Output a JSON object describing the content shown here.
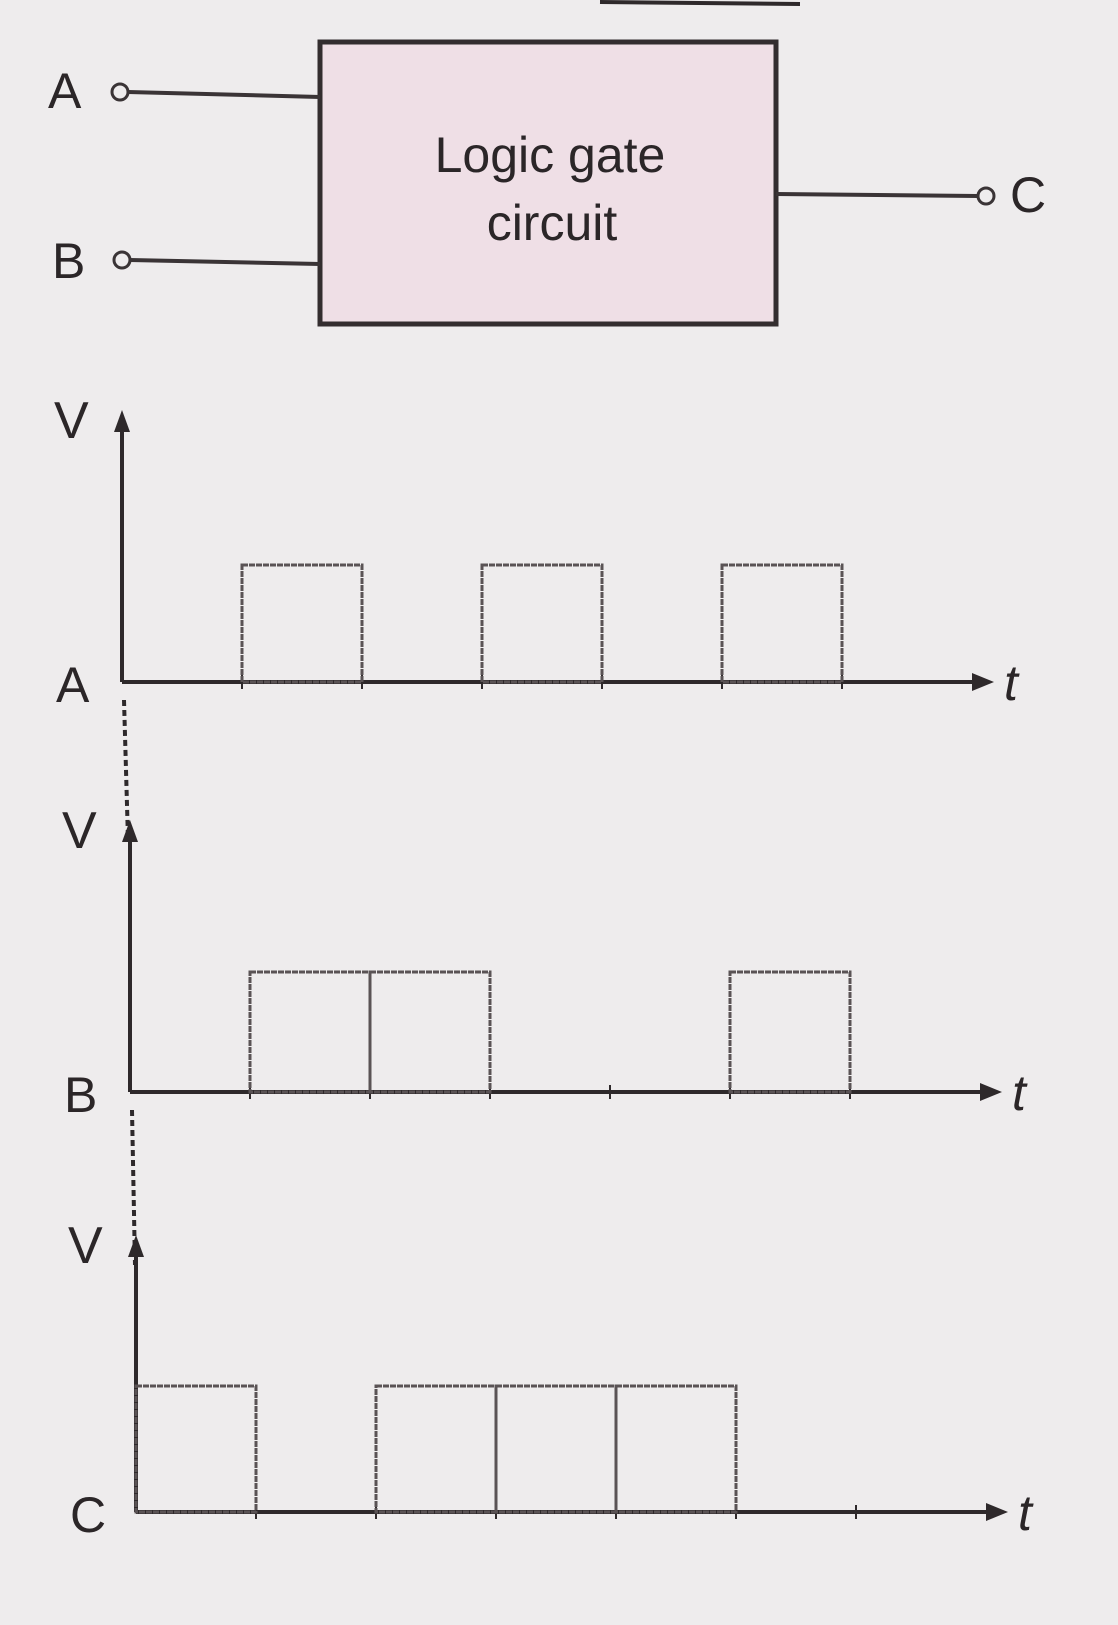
{
  "block": {
    "label_line1": "Logic gate",
    "label_line2": "circuit",
    "input_a": "A",
    "input_b": "B",
    "output_c": "C",
    "fill_color": "#efdfe6"
  },
  "waveforms": [
    {
      "label": "A",
      "y_axis": "V",
      "x_axis": "t",
      "levels": [
        0,
        1,
        0,
        1,
        0,
        1,
        0
      ]
    },
    {
      "label": "B",
      "y_axis": "V",
      "x_axis": "t",
      "levels": [
        0,
        1,
        1,
        0,
        0,
        1,
        0
      ]
    },
    {
      "label": "C",
      "y_axis": "V",
      "x_axis": "t",
      "levels": [
        1,
        0,
        1,
        1,
        1,
        0,
        0
      ]
    }
  ]
}
